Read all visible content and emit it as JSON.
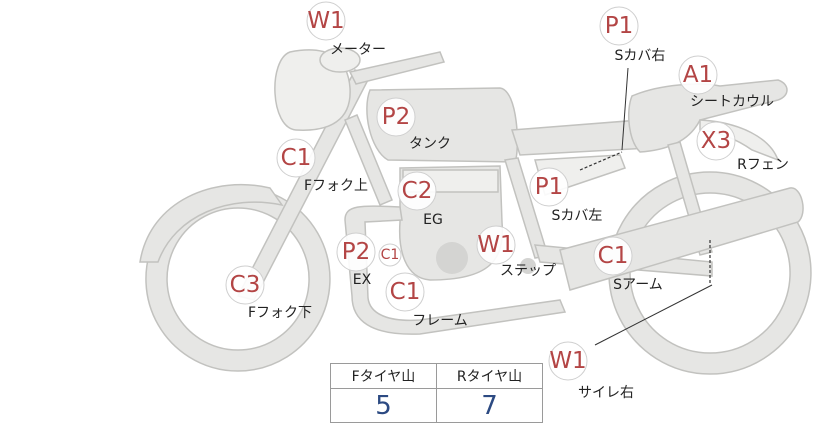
{
  "markers": [
    {
      "id": "meter",
      "code": "W1",
      "label": "メーター"
    },
    {
      "id": "s-cover-right",
      "code": "P1",
      "label": "Sカバ右"
    },
    {
      "id": "seat-cowl",
      "code": "A1",
      "label": "シートカウル"
    },
    {
      "id": "tank",
      "code": "P2",
      "label": "タンク"
    },
    {
      "id": "r-fender",
      "code": "X3",
      "label": "Rフェン"
    },
    {
      "id": "f-fork-upper",
      "code": "C1",
      "label": "Fフォク上"
    },
    {
      "id": "eg",
      "code": "C2",
      "label": "EG"
    },
    {
      "id": "s-cover-left",
      "code": "P1",
      "label": "Sカバ左"
    },
    {
      "id": "ex",
      "code": "P2",
      "label": "EX",
      "sub_code": "C1"
    },
    {
      "id": "step",
      "code": "W1",
      "label": "ステップ"
    },
    {
      "id": "s-arm",
      "code": "C1",
      "label": "Sアーム"
    },
    {
      "id": "f-fork-lower",
      "code": "C3",
      "label": "Fフォク下"
    },
    {
      "id": "frame",
      "code": "C1",
      "label": "フレーム"
    },
    {
      "id": "silencer-right",
      "code": "W1",
      "label": "サイレ右"
    }
  ],
  "tire_table": {
    "headers": [
      "Fタイヤ山",
      "Rタイヤ山"
    ],
    "values": [
      "5",
      "7"
    ]
  },
  "colors": {
    "marker_code": "#b34545",
    "tire_value": "#2c4a82",
    "bike_fill": "#e6e6e4"
  }
}
